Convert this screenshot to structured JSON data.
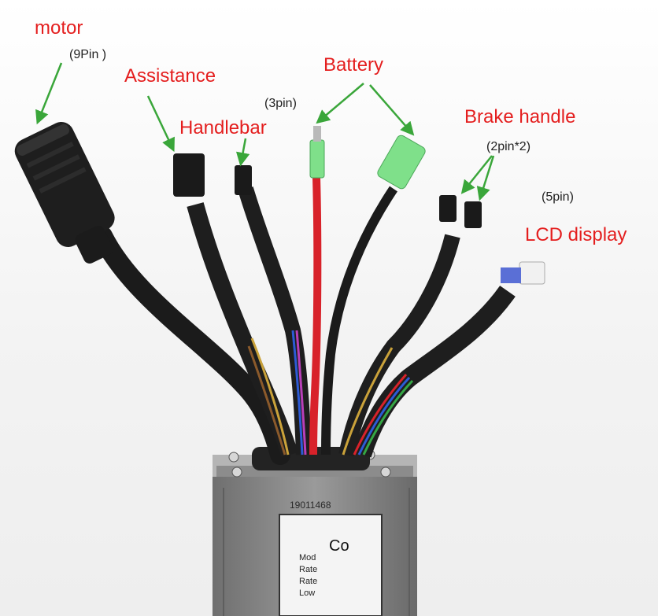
{
  "labels": {
    "motor": "motor",
    "motor_pins": "(9Pin )",
    "assistance": "Assistance",
    "handlebar": "Handlebar",
    "battery_pins": "(3pin)",
    "battery": "Battery",
    "brake": "Brake handle",
    "brake_pins": "(2pin*2)",
    "lcd_pins": "(5pin)",
    "lcd": "LCD display"
  },
  "controller": {
    "serial": "19011468",
    "plate_title": "Co",
    "plate_lines": [
      "Mod",
      "Rate",
      "Rate",
      "Low"
    ]
  },
  "colors": {
    "label_red": "#e41e1e",
    "arrow_green": "#3aa63a",
    "cable_black": "#1b1b1b",
    "battery_red": "#d8222a",
    "connector_green": "#7fe08a",
    "housing_gray": "#8a8a8a"
  }
}
